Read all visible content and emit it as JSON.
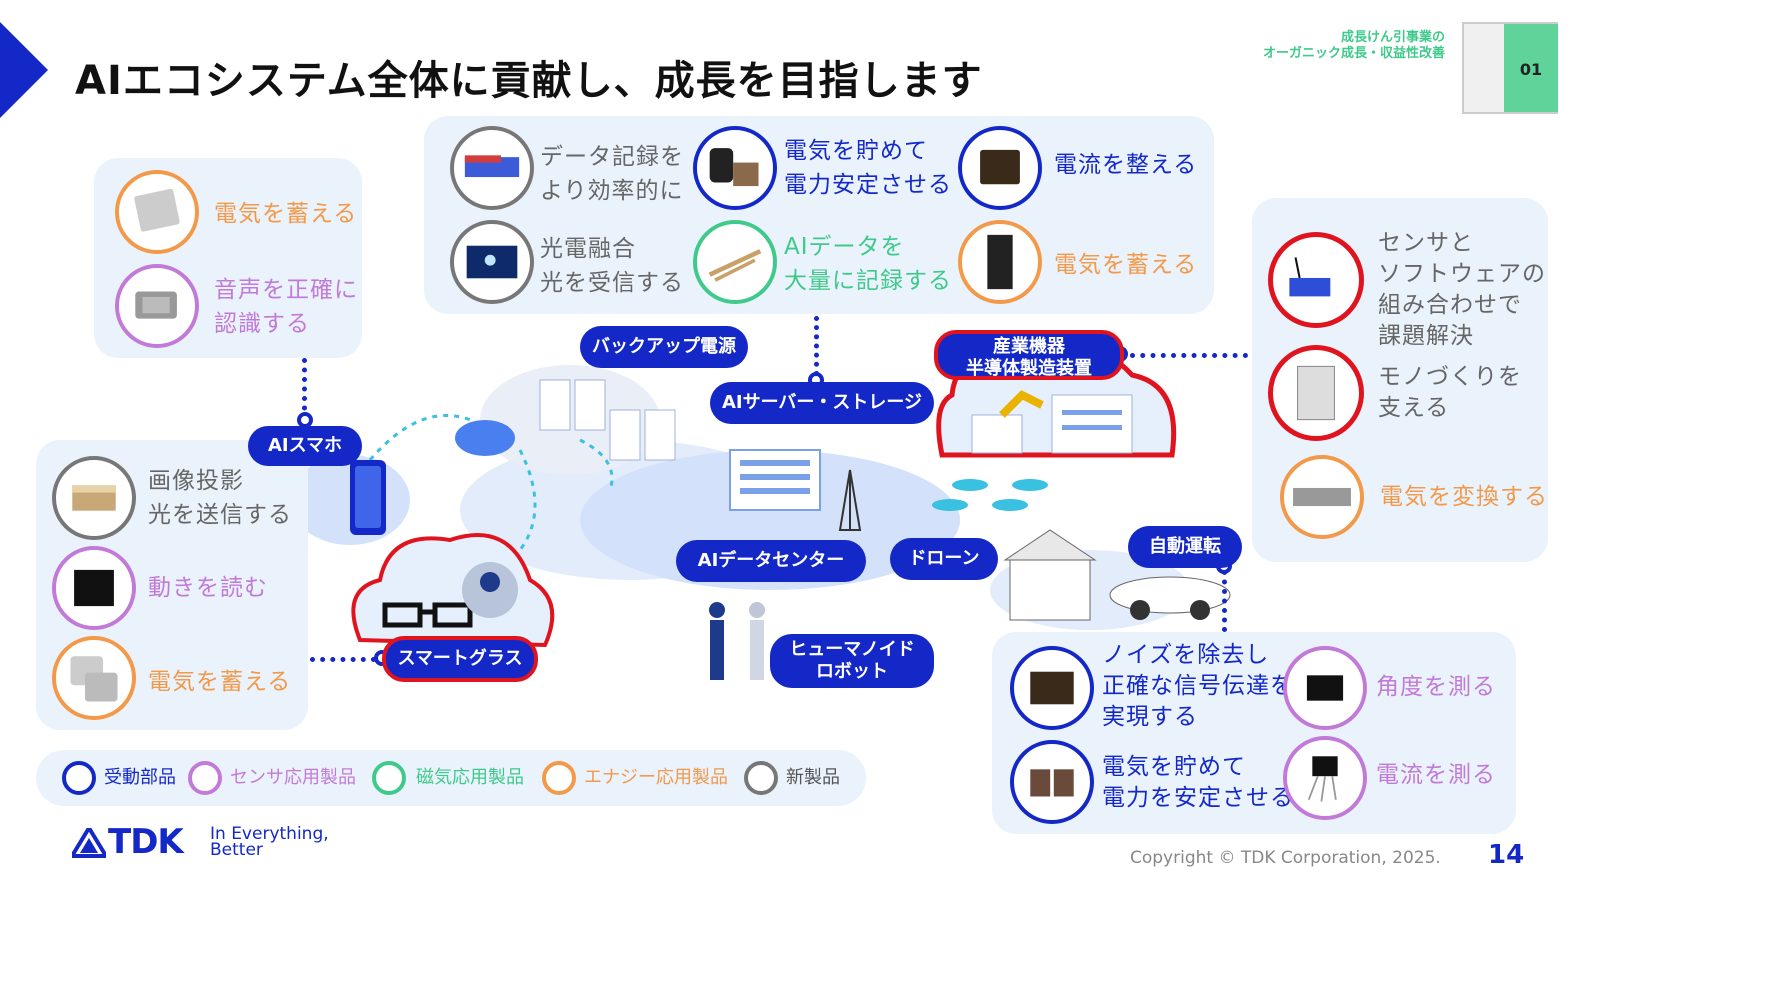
{
  "header": {
    "title": "AIエコシステム全体に貢献し、成長を目指します",
    "category_line1": "成長けん引事業の",
    "category_line2": "オーガニック成長・収益性改善",
    "section_number": "01"
  },
  "colors": {
    "accent_blue": "#1428c8",
    "passive": "#1428c8",
    "sensor": "#c27ad8",
    "magnetic": "#3fc98a",
    "energy": "#f2994a",
    "new": "#777777",
    "highlight_red": "#e0141e"
  },
  "smartphone_panel": [
    {
      "text": "電気を蓄える",
      "category": "energy",
      "icon": "battery-icon"
    },
    {
      "text": "音声を正確に\n認識する",
      "category": "sensor",
      "icon": "microphone-sensor-icon"
    }
  ],
  "server_panel": [
    {
      "text": "データ記録を\nより効率的に",
      "category": "new",
      "icon": "hdd-head-icon"
    },
    {
      "text": "電気を貯めて\n電力安定させる",
      "category": "passive",
      "icon": "capacitor-icon"
    },
    {
      "text": "電流を整える",
      "category": "passive",
      "icon": "inductor-icon"
    },
    {
      "text": "光電融合\n光を受信する",
      "category": "new",
      "icon": "photonic-chip-icon"
    },
    {
      "text": "AIデータを\n大量に記録する",
      "category": "magnetic",
      "icon": "hdd-suspension-icon"
    },
    {
      "text": "電気を蓄える",
      "category": "energy",
      "icon": "power-module-icon"
    }
  ],
  "glasses_panel": [
    {
      "text": "画像投影\n光を送信する",
      "category": "new",
      "icon": "laser-module-icon"
    },
    {
      "text": "動きを読む",
      "category": "sensor",
      "icon": "motion-sensor-chip-icon"
    },
    {
      "text": "電気を蓄える",
      "category": "energy",
      "icon": "small-battery-icon"
    }
  ],
  "industry_panel": [
    {
      "text": "センサと\nソフトウェアの\n組み合わせで\n課題解決",
      "category": "new",
      "icon": "sensor-gateway-icon"
    },
    {
      "text": "モノづくりを\n支える",
      "category": "new",
      "icon": "manufacturing-machine-icon"
    },
    {
      "text": "電気を変換する",
      "category": "energy",
      "icon": "power-supply-icon"
    }
  ],
  "auto_panel": [
    {
      "text": "ノイズを除去し\n正確な信号伝達を\n実現する",
      "category": "passive",
      "icon": "common-mode-filter-icon"
    },
    {
      "text": "角度を測る",
      "category": "sensor",
      "icon": "angle-sensor-icon"
    },
    {
      "text": "電気を貯めて\n電力を安定させる",
      "category": "passive",
      "icon": "film-capacitor-icon"
    },
    {
      "text": "電流を測る",
      "category": "sensor",
      "icon": "current-sensor-icon"
    }
  ],
  "labels": {
    "ai_phone": "AIスマホ",
    "backup": "バックアップ電源",
    "ai_server": "AIサーバー・ストレージ",
    "industry": "産業機器\n半導体製造装置",
    "datacenter": "AIデータセンター",
    "drone": "ドローン",
    "auto": "自動運転",
    "glasses": "スマートグラス",
    "humanoid": "ヒューマノイド\nロボット"
  },
  "legend": [
    {
      "label": "受動部品",
      "color": "#1428c8"
    },
    {
      "label": "センサ応用製品",
      "color": "#c27ad8"
    },
    {
      "label": "磁気応用製品",
      "color": "#3fc98a"
    },
    {
      "label": "エナジー応用製品",
      "color": "#f2994a"
    },
    {
      "label": "新製品",
      "color": "#777777"
    }
  ],
  "footer": {
    "logo": "TDK",
    "tagline": "In Everything,\nBetter",
    "copyright": "Copyright © TDK Corporation, 2025.",
    "page_number": "14"
  }
}
